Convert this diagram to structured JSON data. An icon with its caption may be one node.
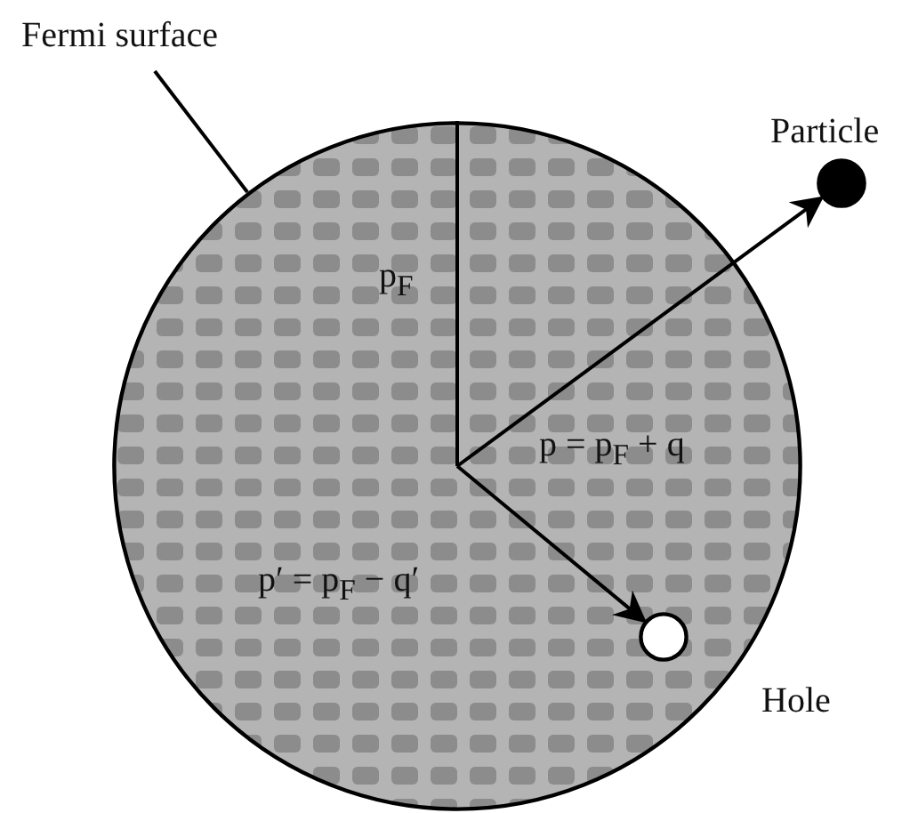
{
  "diagram": {
    "nodes": [
      {
        "text": [
          "Fermi surface"
        ]
      },
      {
        "text": [],
        "shape": "circle"
      },
      {
        "text": [],
        "shape": "circle",
        "beside": [
          "Particle"
        ]
      },
      {
        "text": [],
        "shape": "circle",
        "beside": [
          "Hole"
        ],
        "in": 1
      }
    ],
    "edges": [
      {
        "from": 0,
        "to": 1,
        "arrow": "none"
      },
      {
        "from": null,
        "to": 1,
        "arrow": "none",
        "label": "p$_{F}$"
      },
      {
        "from": null,
        "to": 2,
        "arrow": "to",
        "label": "p = p$_{F}$ + q"
      },
      {
        "from": null,
        "to": 3,
        "arrow": "to",
        "label": "p′ = p$_{F}$ − q′"
      }
    ]
  }
}
